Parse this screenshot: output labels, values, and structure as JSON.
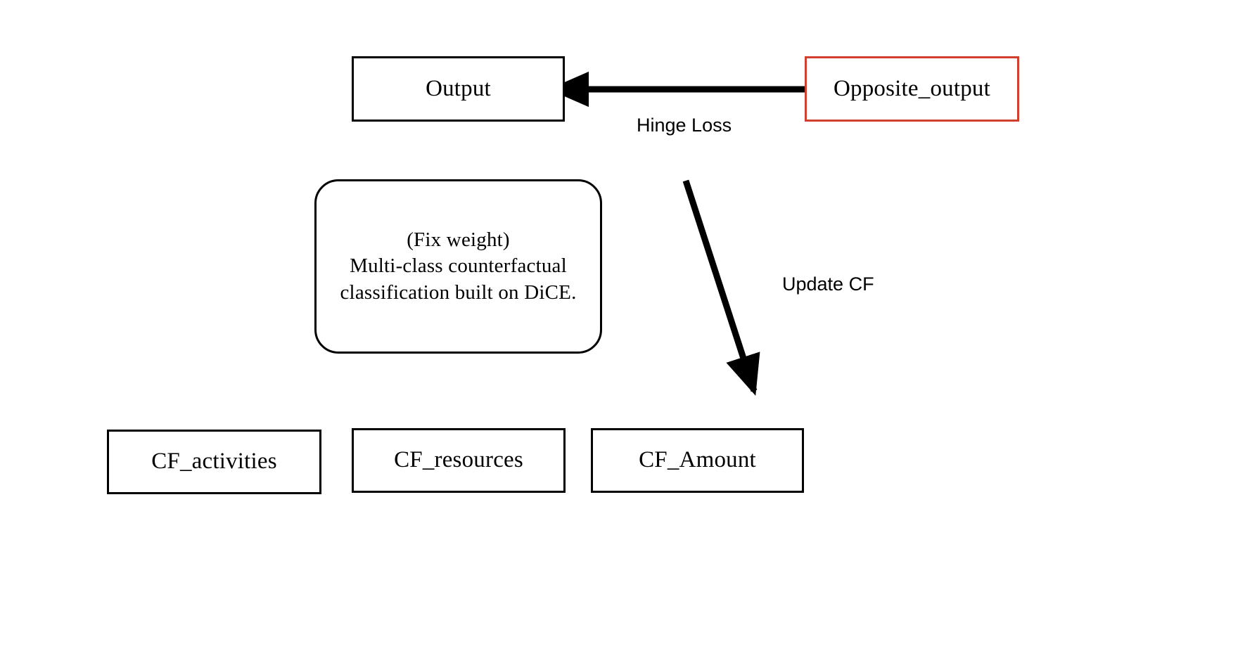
{
  "diagram": {
    "title_text": "",
    "background_color": "#ffffff",
    "stroke_color": "#000000",
    "highlight_color": "#D1402E",
    "nodes": [
      {
        "id": "output",
        "label": "Output",
        "shape": "rectangle",
        "border_color": "#000000"
      },
      {
        "id": "opposite-output",
        "label": "Opposite_output",
        "shape": "rectangle",
        "border_color": "#D1402E"
      },
      {
        "id": "model",
        "label": "(Fix weight)\nMulti-class counterfactual\nclassification built on DiCE.",
        "shape": "rounded-rectangle",
        "border_color": "#000000"
      },
      {
        "id": "cf-activities",
        "label": "CF_activities",
        "shape": "rectangle",
        "border_color": "#000000"
      },
      {
        "id": "cf-resources",
        "label": "CF_resources",
        "shape": "rectangle",
        "border_color": "#000000"
      },
      {
        "id": "cf-amount",
        "label": "CF_Amount",
        "shape": "rectangle",
        "border_color": "#000000"
      }
    ],
    "edges": [
      {
        "id": "hinge-loss",
        "label": "Hinge Loss",
        "from": "output",
        "to": "opposite-output",
        "arrow": "double"
      },
      {
        "id": "update-cf",
        "label": "Update CF",
        "from": "opposite-output",
        "to": "cf-amount",
        "arrow": "single"
      }
    ]
  }
}
